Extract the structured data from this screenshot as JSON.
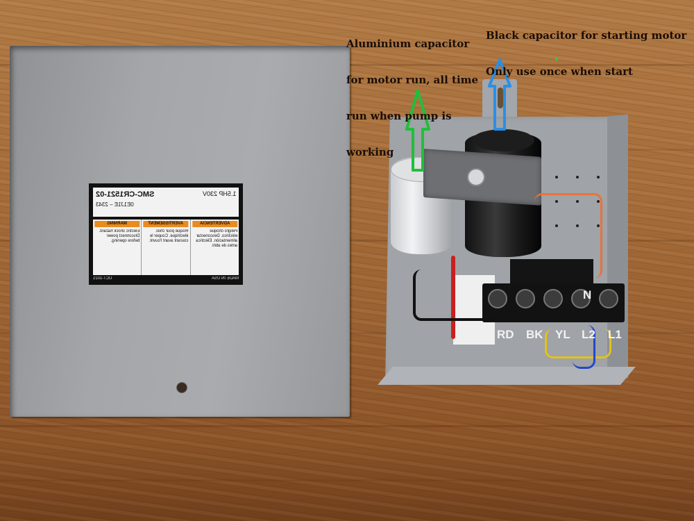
{
  "annotations": {
    "left": {
      "lines": [
        "Aluminium capacitor",
        "for motor run, all time",
        "run when pump is",
        "working"
      ],
      "arrow_color": "#1fbf3a"
    },
    "right": {
      "lines": [
        "Black capacitor for starting motor",
        "Only use once when start"
      ],
      "arrow_color": "#2a8fe6"
    }
  },
  "cover_label": {
    "model": "SMC-CR1521-02",
    "hp": "1.5HP 230V",
    "sub": "0E1J1E – 2343",
    "warnings": [
      {
        "header": "WARNING",
        "body": "Electric shock hazard. Disconnect power before opening."
      },
      {
        "header": "AVERTISSEMENT",
        "body": "Risque pour choc électrique. Couper le courant avant l'ouvrir."
      },
      {
        "header": "ADVERTENCIA",
        "body": "Peligro choque eléctrico. Desconectar alimentación. Eléctrica antes de abrir."
      }
    ],
    "footer_left": "MADE IN USA",
    "footer_right": "UCT-1021"
  },
  "terminal_labels": [
    "RD",
    "BK",
    "YL",
    "L2",
    "L1"
  ],
  "neutral_label": "N",
  "colors": {
    "wood": "#9b6232",
    "cover": "#9ea0a3",
    "warning_orange": "#e98b1f"
  }
}
